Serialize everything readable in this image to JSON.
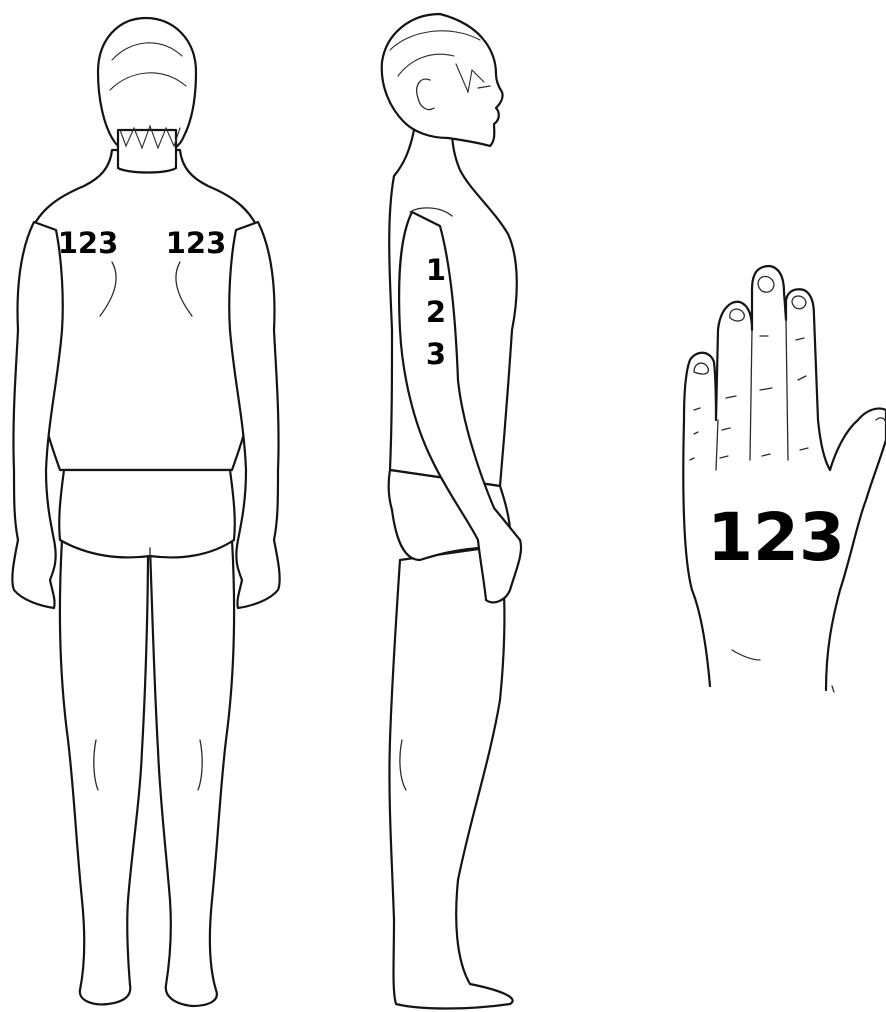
{
  "figures": {
    "back_view": {
      "left_shoulder_label": "123",
      "right_shoulder_label": "123"
    },
    "side_view": {
      "arm_label_lines": [
        "1",
        "2",
        "3"
      ]
    },
    "hand_view": {
      "back_of_hand_label": "123"
    }
  },
  "colors": {
    "line": "#141414",
    "background": "#ffffff",
    "label": "#000000"
  }
}
